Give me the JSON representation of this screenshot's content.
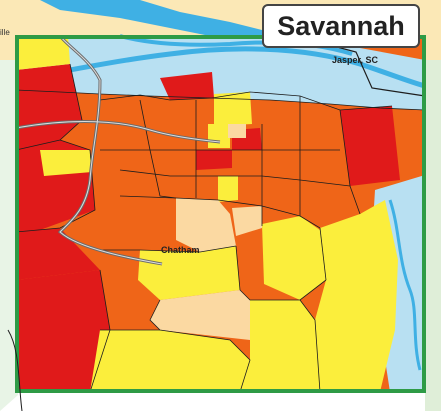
{
  "map": {
    "title": "Savannah",
    "labels": {
      "jasper": "Jasper, SC",
      "chatham": "Chatham",
      "edge_fragment": "ille"
    }
  },
  "colors": {
    "frame": "#2e9b46",
    "water": "#b8e0f2",
    "river": "#3fb0e4",
    "highest": "#e01a1a",
    "high": "#ef6518",
    "moderate": "#fbee3c",
    "low": "#fbd9a2",
    "road": "#6b6b6b",
    "boundary": "#1d1d1d"
  }
}
